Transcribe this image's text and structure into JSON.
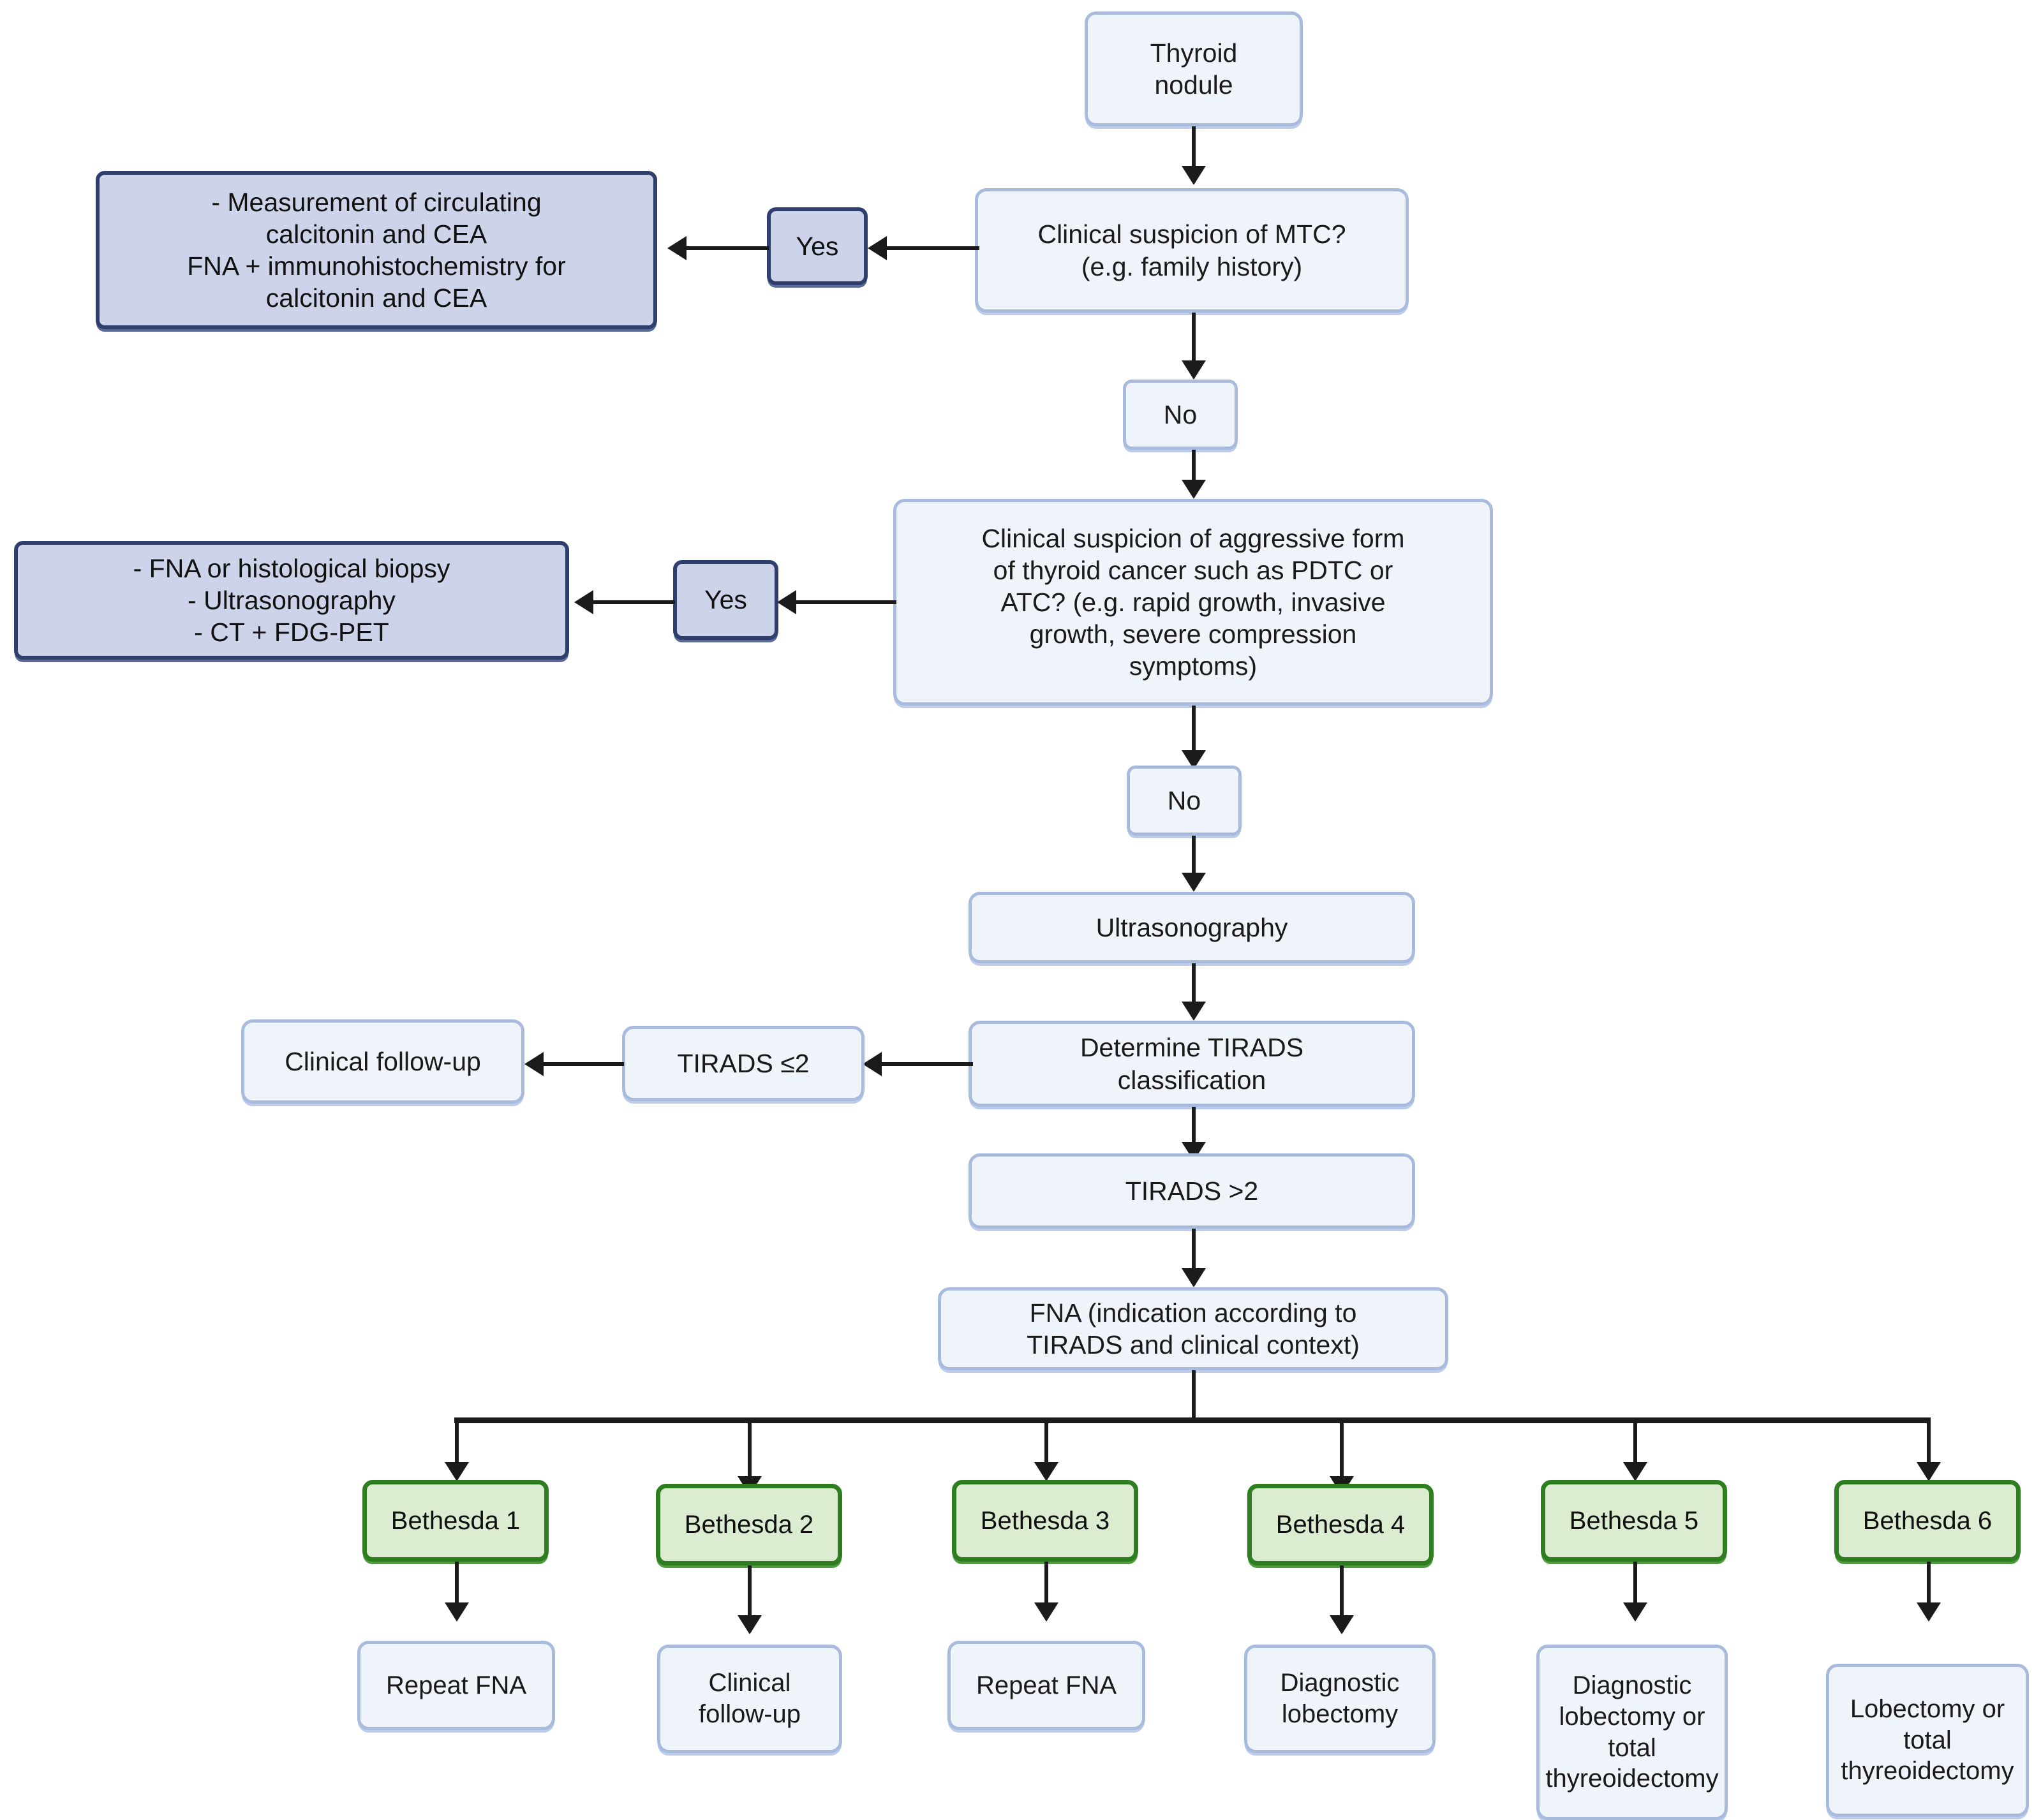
{
  "diagram": {
    "title": "Thyroid nodule diagnostic work-up flowchart",
    "colors": {
      "process_fill": "#eff3fa",
      "process_border": "#a8bbdd",
      "action_fill": "#cdd3e8",
      "action_border": "#2e3f6e",
      "bethesda_fill": "#dcecd0",
      "bethesda_border": "#2e7d21",
      "connector": "#1b1b1b"
    },
    "nodes": {
      "start": "Thyroid\nnodule",
      "mtc_question": "Clinical suspicion of MTC?\n(e.g. family history)",
      "mtc_yes": "Yes",
      "mtc_yes_action": "- Measurement of circulating\ncalcitonin and CEA\nFNA + immunohistochemistry for\ncalcitonin and CEA",
      "mtc_no": "No",
      "aggressive_question": "Clinical suspicion of aggressive form\nof thyroid cancer such as PDTC or\nATC? (e.g. rapid growth, invasive\ngrowth, severe compression\nsymptoms)",
      "aggressive_yes": "Yes",
      "aggressive_yes_action": "- FNA or histological biopsy\n- Ultrasonography\n-  CT + FDG-PET",
      "aggressive_no": "No",
      "ultrasonography": "Ultrasonography",
      "determine_tirads": "Determine TIRADS\nclassification",
      "tirads_low": "TIRADS ≤2",
      "tirads_low_outcome": "Clinical follow-up",
      "tirads_high": "TIRADS >2",
      "fna": "FNA (indication according to\nTIRADS and clinical context)"
    },
    "bethesda": [
      {
        "label": "Bethesda 1",
        "outcome": "Repeat FNA"
      },
      {
        "label": "Bethesda 2",
        "outcome": "Clinical\nfollow-up"
      },
      {
        "label": "Bethesda 3",
        "outcome": "Repeat FNA"
      },
      {
        "label": "Bethesda 4",
        "outcome": "Diagnostic\nlobectomy"
      },
      {
        "label": "Bethesda 5",
        "outcome": "Diagnostic\nlobectomy or\ntotal\nthyreoidectomy"
      },
      {
        "label": "Bethesda 6",
        "outcome": "Lobectomy or\ntotal\nthyreoidectomy"
      }
    ]
  }
}
